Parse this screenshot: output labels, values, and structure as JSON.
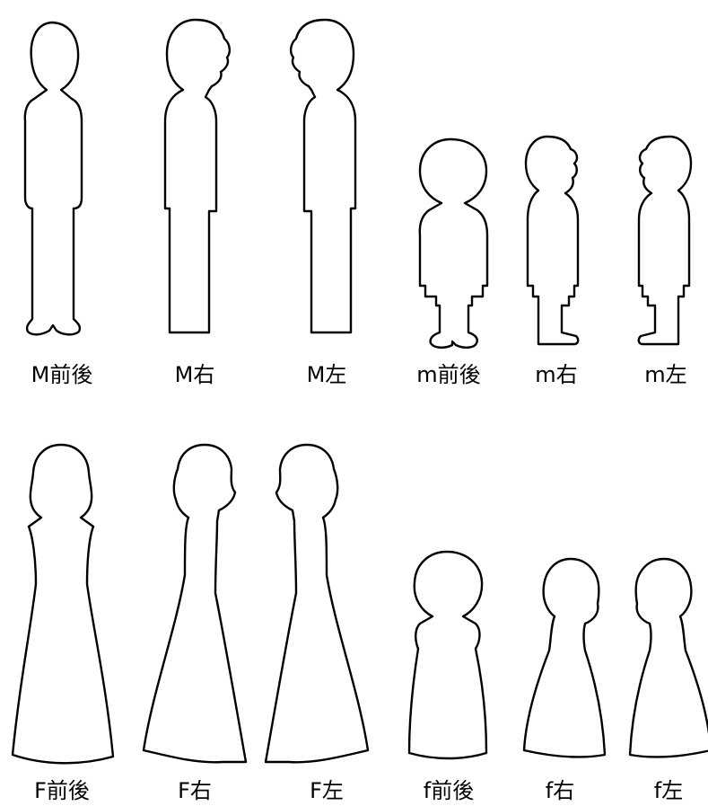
{
  "figures": [
    {
      "label": "M前後",
      "kind": "adult-male-front"
    },
    {
      "label": "M右",
      "kind": "adult-male-right"
    },
    {
      "label": "M左",
      "kind": "adult-male-left"
    },
    {
      "label": "m前後",
      "kind": "child-male-front"
    },
    {
      "label": "m右",
      "kind": "child-male-right"
    },
    {
      "label": "m左",
      "kind": "child-male-left"
    },
    {
      "label": "F前後",
      "kind": "adult-female-front"
    },
    {
      "label": "F右",
      "kind": "adult-female-right"
    },
    {
      "label": "F左",
      "kind": "adult-female-left"
    },
    {
      "label": "f前後",
      "kind": "child-female-front"
    },
    {
      "label": "f右",
      "kind": "child-female-right"
    },
    {
      "label": "f左",
      "kind": "child-female-left"
    }
  ],
  "colors": {
    "outline": "#000000",
    "fill": "#ffffff",
    "background": "#ffffff"
  }
}
